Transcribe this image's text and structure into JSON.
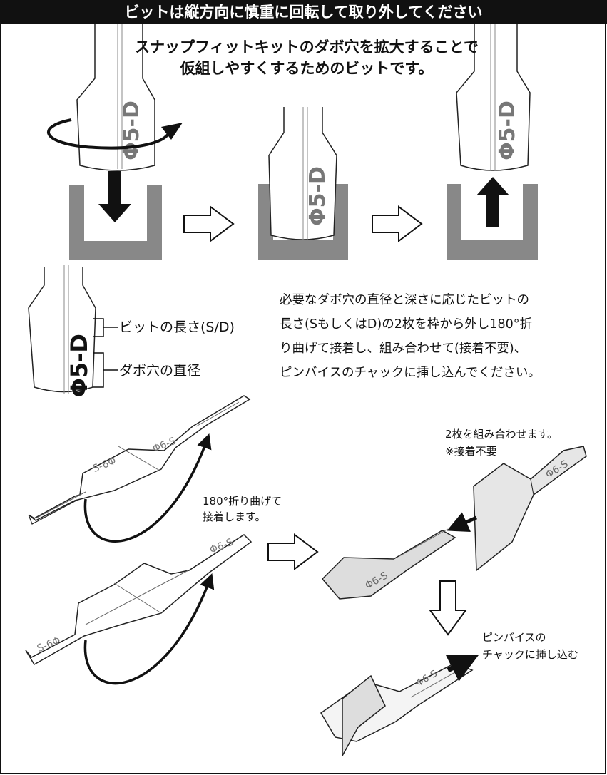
{
  "banner": {
    "text": "ビットは縦方向に慎重に回転して取り外してください"
  },
  "intro": {
    "text": "スナップフィットキットのダボ穴を拡大することで\n仮組しやすくするためのビットです。"
  },
  "bit_marking": {
    "text": "Φ5-D"
  },
  "labels": {
    "bit_length": "ビットの長さ(S/D)",
    "dowel_diameter": "ダボ穴の直径"
  },
  "description": {
    "text": "必要なダボ穴の直径と深さに応じたビットの\n長さ(SもしくはD)の2枚を枠から外し180°折\nり曲げて接着し、組み合わせて(接着不要)、\nピンバイスのチャックに挿し込んでください。"
  },
  "lower_notes": {
    "fold": "180°折り曲げて\n接着します。",
    "combine": "2枚を組み合わせます。\n※接着不要",
    "chuck": "ピンバイスの\nチャックに挿し込む"
  },
  "part_markings": {
    "part_a": "S-6Φ",
    "part_b": "Φ6-S",
    "part_c": "S-6Φ",
    "part_d": "Φ6-S"
  },
  "colors": {
    "banner": "#111111",
    "holder": "#888888",
    "outline": "#222222"
  },
  "icons": [
    "rotate-arrow-icon",
    "down-arrow-icon",
    "up-arrow-icon",
    "outline-right-arrow-icon",
    "outline-down-arrow-icon"
  ]
}
